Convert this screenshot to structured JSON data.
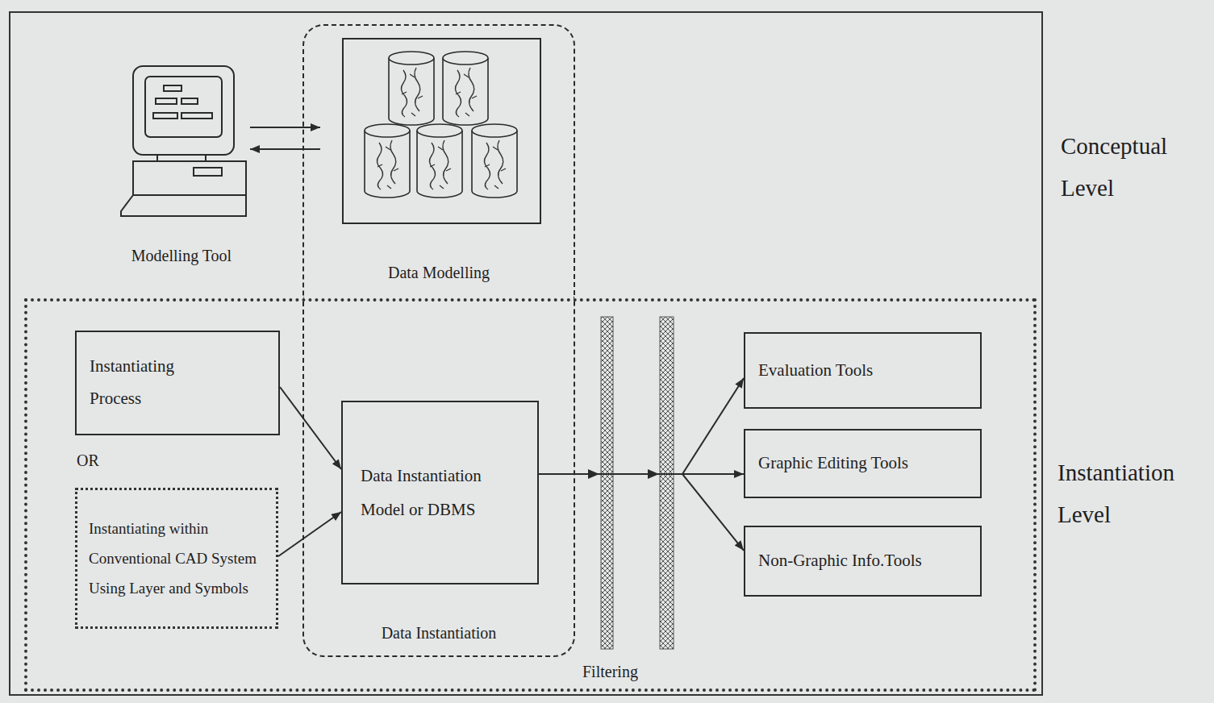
{
  "diagram": {
    "nodes": [
      {
        "text": [
          "Modelling Tool"
        ]
      },
      {
        "text": [
          "Data Modelling"
        ]
      },
      {
        "text": [
          "Instantiation Level"
        ]
      },
      {
        "text": [
          "Instantiating Process"
        ],
        "in": 2
      },
      {
        "text": [
          "Instantiating within Conventional CAD System Using Layer and Symbols"
        ],
        "in": 2
      },
      {
        "text": [
          "Data Instantiation"
        ],
        "in": 2
      },
      {
        "text": [
          "Data Instantiation Model or DBMS"
        ],
        "in": 5
      },
      {
        "text": [
          "Evaluation Tools"
        ],
        "in": 2
      },
      {
        "text": [
          "Graphic Editing Tools"
        ],
        "in": 2
      },
      {
        "text": [
          "Non-Graphic Info.Tools"
        ],
        "in": 2
      }
    ],
    "edges": [
      {
        "from": 0,
        "to": 1,
        "arrow": "to"
      },
      {
        "from": 1,
        "to": 0,
        "arrow": "to"
      },
      {
        "from": 3,
        "to": 6,
        "arrow": "to"
      },
      {
        "from": 4,
        "to": 6,
        "arrow": "to"
      },
      {
        "from": 6,
        "to": 7,
        "arrow": "to"
      },
      {
        "from": 6,
        "to": 8,
        "arrow": "to"
      },
      {
        "from": 6,
        "to": 9,
        "arrow": "to"
      }
    ],
    "labels": [
      "Conceptual Level",
      "OR",
      "Filtering"
    ]
  }
}
